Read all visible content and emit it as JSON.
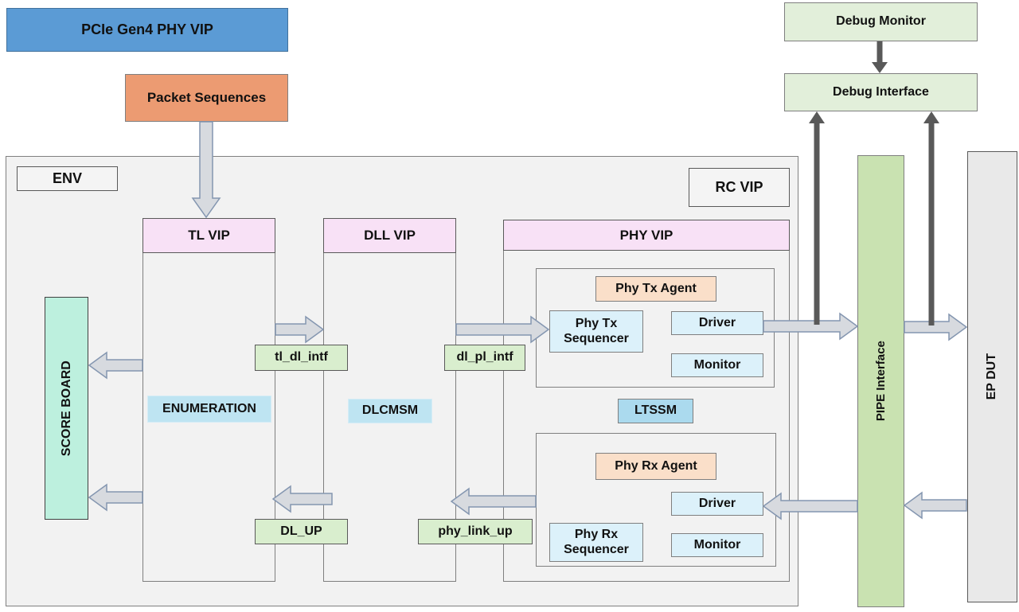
{
  "title": {
    "label": "PCIe Gen4 PHY VIP"
  },
  "packet_sequences": {
    "label": "Packet Sequences"
  },
  "env": {
    "label": "ENV",
    "rc_vip_label": "RC VIP"
  },
  "scoreboard": {
    "label": "SCORE BOARD"
  },
  "tl_vip": {
    "header": "TL VIP",
    "state_label": "ENUMERATION"
  },
  "dll_vip": {
    "header": "DLL VIP",
    "state_label": "DLCMSM"
  },
  "phy_vip": {
    "header": "PHY VIP",
    "state_label": "LTSSM",
    "tx_agent": {
      "label": "Phy Tx Agent",
      "sequencer": "Phy Tx Sequencer",
      "driver": "Driver",
      "monitor": "Monitor"
    },
    "rx_agent": {
      "label": "Phy Rx Agent",
      "sequencer": "Phy Rx Sequencer",
      "driver": "Driver",
      "monitor": "Monitor"
    }
  },
  "interface_signals": {
    "tl_dl": "tl_dl_intf",
    "dl_pl": "dl_pl_intf",
    "dl_up": "DL_UP",
    "phy_link_up": "phy_link_up"
  },
  "debug": {
    "monitor_label": "Debug Monitor",
    "interface_label": "Debug Interface"
  },
  "pipe_interface": {
    "label": "PIPE Interface"
  },
  "ep_dut": {
    "label": "EP DUT"
  },
  "colors": {
    "title_blue": "#5B9BD5",
    "packet_orange": "#EC9B72",
    "header_pink": "#F8E1F6",
    "agent_peach": "#FADFC9",
    "component_light_blue": "#DCF1FA",
    "state_blue": "#BEE4F2",
    "ltssm_blue": "#ABDAEE",
    "signal_green": "#D9EECE",
    "debug_green": "#E2EFDA",
    "pipe_green": "#C9E2B1",
    "scoreboard_mint": "#BDF0DE",
    "env_gray": "#F2F2F2",
    "light_arrow": "#D7DADF",
    "dark_arrow": "#595959"
  }
}
